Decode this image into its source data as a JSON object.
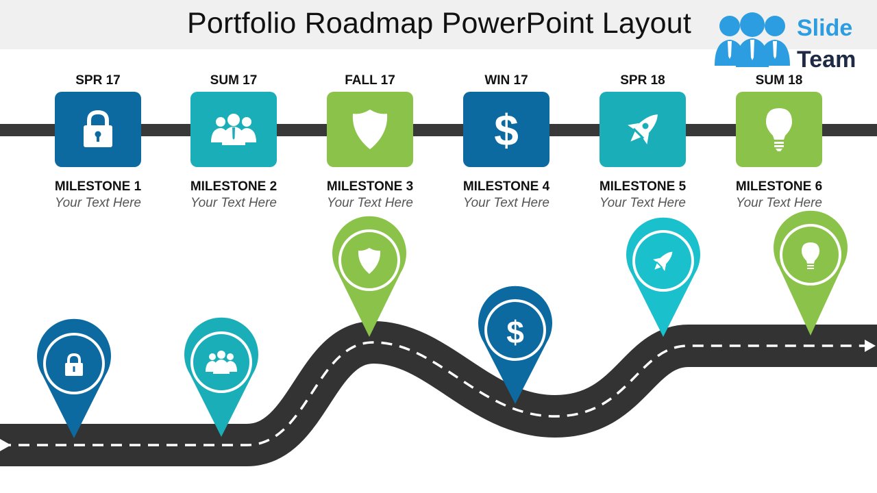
{
  "title": "Portfolio Roadmap PowerPoint Layout",
  "logo": {
    "line1": "Slide",
    "line2": "Team"
  },
  "colors": {
    "dark_blue": "#0c6aa1",
    "teal": "#1aaeb8",
    "green": "#8bc34a",
    "road": "#383838"
  },
  "milestones": [
    {
      "period": "SPR 17",
      "label": "MILESTONE 1",
      "text": "Your Text Here",
      "icon": "lock-icon"
    },
    {
      "period": "SUM 17",
      "label": "MILESTONE 2",
      "text": "Your Text Here",
      "icon": "team-icon"
    },
    {
      "period": "FALL 17",
      "label": "MILESTONE 3",
      "text": "Your Text Here",
      "icon": "shield-icon"
    },
    {
      "period": "WIN 17",
      "label": "MILESTONE 4",
      "text": "Your Text Here",
      "icon": "dollar-icon"
    },
    {
      "period": "SPR 18",
      "label": "MILESTONE 5",
      "text": "Your Text Here",
      "icon": "rocket-icon"
    },
    {
      "period": "SUM 18",
      "label": "MILESTONE 6",
      "text": "Your Text Here",
      "icon": "lightbulb-icon"
    }
  ]
}
